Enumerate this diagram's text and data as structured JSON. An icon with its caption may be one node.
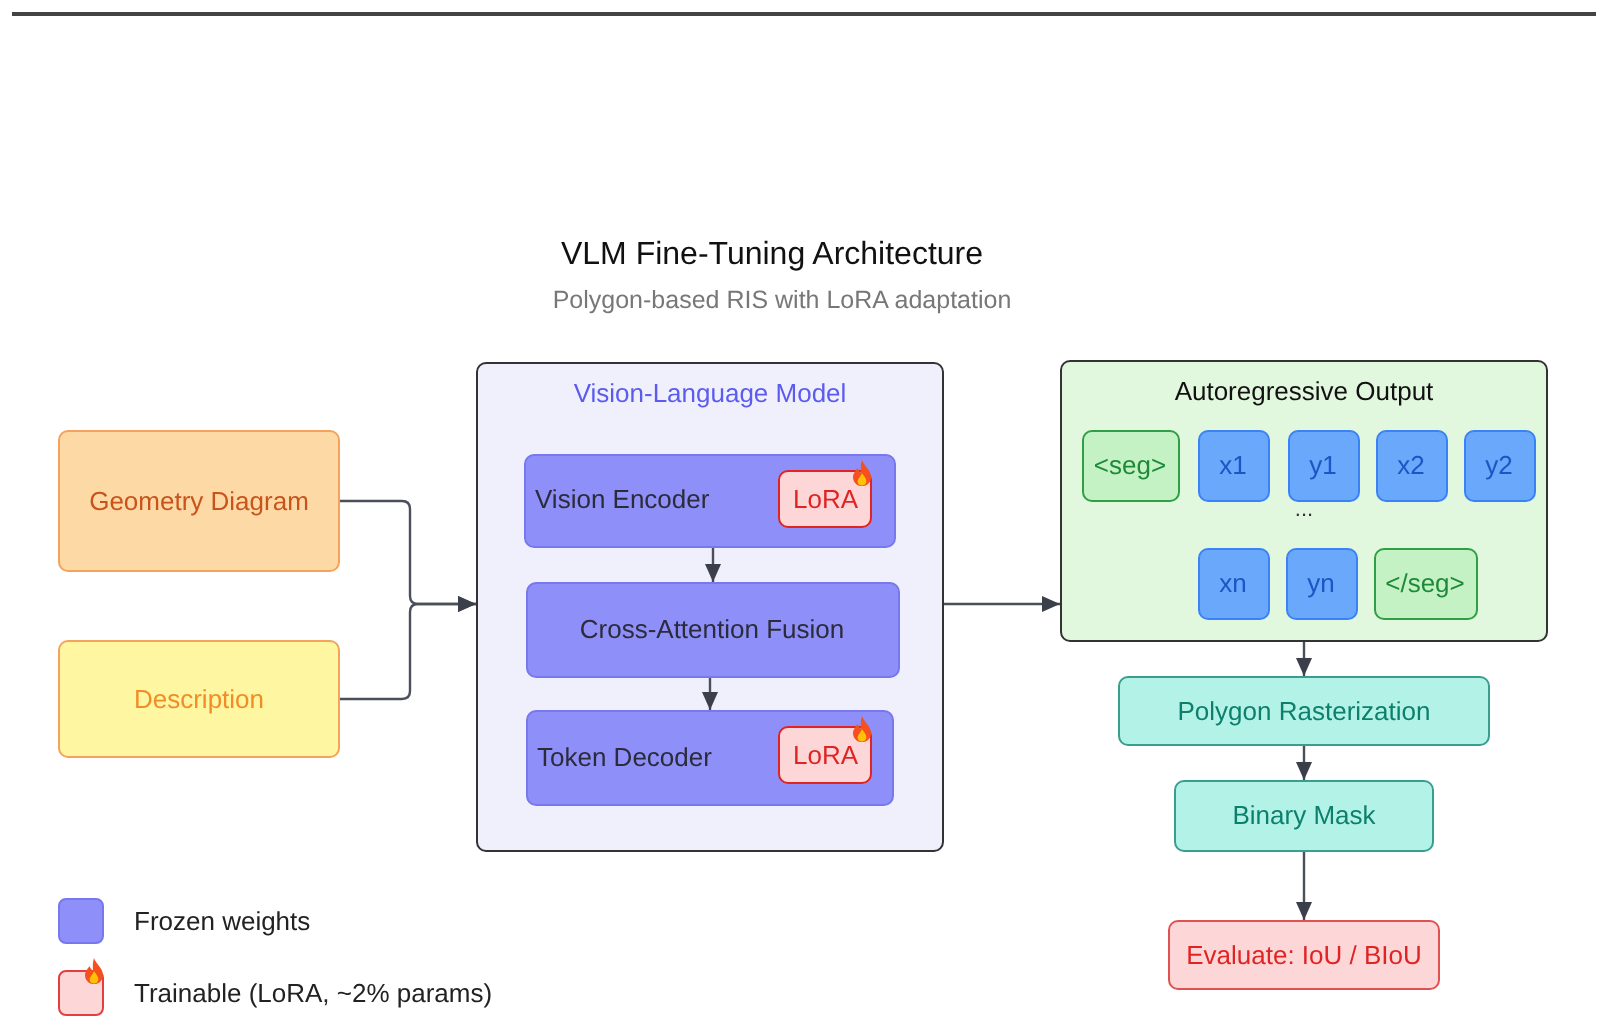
{
  "diagram": {
    "title": "VLM Fine-Tuning Architecture",
    "nodes": [
      {
        "text": [
          "Geometry Diagram"
        ]
      },
      {
        "text": [
          "Description"
        ]
      },
      {
        "text": [
          "Vision-Language Model"
        ]
      },
      {
        "text": [
          "Vision Encoder"
        ],
        "in": 2
      },
      {
        "text": [
          "LoRA"
        ],
        "in": 3
      },
      {
        "text": [
          "Cross-Attention Fusion"
        ],
        "in": 2
      },
      {
        "text": [
          "Token Decoder"
        ],
        "in": 2
      },
      {
        "text": [
          "LoRA"
        ],
        "in": 6
      },
      {
        "text": [
          "Autoregressive Output"
        ]
      },
      {
        "text": [
          "<seg>"
        ],
        "in": 8
      },
      {
        "text": [
          "x1"
        ],
        "in": 8
      },
      {
        "text": [
          "y1"
        ],
        "in": 8
      },
      {
        "text": [
          "x2"
        ],
        "in": 8
      },
      {
        "text": [
          "y2"
        ],
        "in": 8
      },
      {
        "text": [
          "xn"
        ],
        "in": 8
      },
      {
        "text": [
          "yn"
        ],
        "in": 8
      },
      {
        "text": [
          "</seg>"
        ],
        "in": 8
      },
      {
        "text": [
          "Polygon Rasterization"
        ]
      },
      {
        "text": [
          "Binary Mask"
        ]
      },
      {
        "text": [
          "Evaluate: IoU / BIoU"
        ]
      }
    ],
    "edges": [
      {
        "from": 0,
        "to": 2,
        "arrow": "to"
      },
      {
        "from": 1,
        "to": 2,
        "arrow": "to"
      },
      {
        "from": 3,
        "to": 5,
        "arrow": "to"
      },
      {
        "from": 5,
        "to": 6,
        "arrow": "to"
      },
      {
        "from": 2,
        "to": 8,
        "arrow": "to"
      },
      {
        "from": 8,
        "to": 17,
        "arrow": "to"
      },
      {
        "from": 17,
        "to": 18,
        "arrow": "to"
      },
      {
        "from": 18,
        "to": 19,
        "arrow": "to"
      }
    ],
    "labels": [
      "Polygon-based RIS with LoRA adaptation",
      "..."
    ],
    "legend": [
      {
        "text": "Frozen weights",
        "color": "#8f8ff9"
      },
      {
        "text": "Trainable (LoRA, ~2% params)",
        "color": "#fdd7d7"
      }
    ]
  }
}
